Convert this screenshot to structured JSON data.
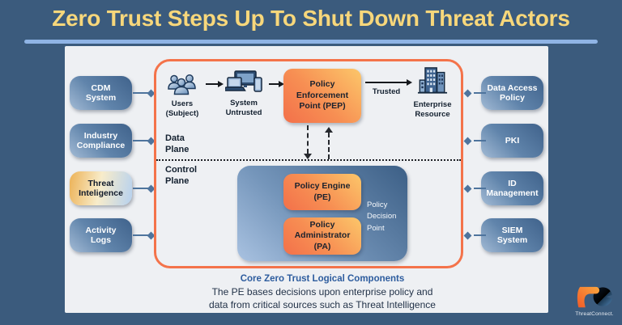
{
  "title": "Zero Trust Steps Up To Shut Down Threat Actors",
  "left_sources": [
    {
      "label": [
        "CDM",
        "System"
      ]
    },
    {
      "label": [
        "Industry",
        "Compliance"
      ]
    },
    {
      "label": [
        "Threat",
        "Inteligence"
      ]
    },
    {
      "label": [
        "Activity",
        "Logs"
      ]
    }
  ],
  "right_sources": [
    {
      "label": [
        "Data Access",
        "Policy"
      ]
    },
    {
      "label": "PKI"
    },
    {
      "label": [
        "ID",
        "Management"
      ]
    },
    {
      "label": [
        "SIEM",
        "System"
      ]
    }
  ],
  "diagram": {
    "data_plane": [
      "Data",
      "Plane"
    ],
    "control_plane": [
      "Control",
      "Plane"
    ],
    "users": [
      "Users",
      "(Subject)"
    ],
    "system": [
      "System",
      "Untrusted"
    ],
    "pep": [
      "Policy",
      "Enforcement",
      "Point (PEP)"
    ],
    "trusted": "Trusted",
    "enterprise": [
      "Enterprise",
      "Resource"
    ],
    "pe": [
      "Policy Engine",
      "(PE)"
    ],
    "pa": [
      "Policy",
      "Administrator",
      "(PA)"
    ],
    "pdp": [
      "Policy",
      "Decision",
      "Point"
    ]
  },
  "caption": {
    "heading": "Core Zero Trust Logical Components",
    "body": [
      "The PE bases decisions upon enterprise policy and",
      "data from critical sources such as Threat Intelligence"
    ]
  },
  "brand": {
    "name": "ThreatConnect."
  },
  "colors": {
    "background": "#3b5b7d",
    "accent_orange": "#f4734a",
    "title_yellow": "#f7d77b",
    "rule_blue": "#8fb4e5",
    "panel": "#eef0f3"
  }
}
